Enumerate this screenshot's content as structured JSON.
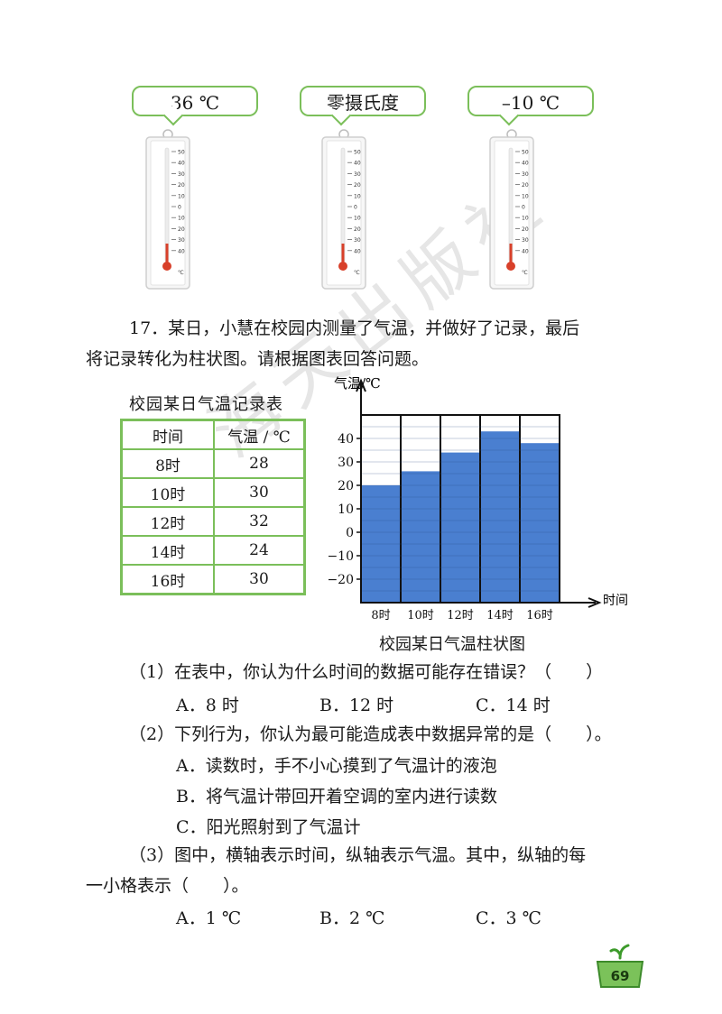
{
  "thermometers": [
    {
      "label": "36 ℃"
    },
    {
      "label": "零摄氏度"
    },
    {
      "label": "–10 ℃"
    }
  ],
  "thermometer_scale": [
    "50",
    "40",
    "30",
    "20",
    "10",
    "0",
    "10",
    "20",
    "30",
    "40",
    "℃"
  ],
  "question17": {
    "line1": "17．某日，小慧在校园内测量了气温，并做好了记录，最后",
    "line2": "将记录转化为柱状图。请根据图表回答问题。"
  },
  "table": {
    "caption": "校园某日气温记录表",
    "headers": [
      "时间",
      "气温 / ℃"
    ],
    "rows": [
      [
        "8时",
        "28"
      ],
      [
        "10时",
        "30"
      ],
      [
        "12时",
        "32"
      ],
      [
        "14时",
        "24"
      ],
      [
        "16时",
        "30"
      ]
    ]
  },
  "chart_data": {
    "type": "bar",
    "title": "校园某日气温柱状图",
    "ylabel": "气温/℃",
    "xlabel": "时间",
    "categories": [
      "8时",
      "10时",
      "12时",
      "14时",
      "16时"
    ],
    "values": [
      20,
      26,
      34,
      43,
      38
    ],
    "ylim": [
      -30,
      50
    ],
    "yticks": [
      40,
      30,
      20,
      10,
      0,
      -10,
      -20
    ],
    "ytick_labels": [
      "40",
      "30",
      "20",
      "10",
      "0",
      "−10",
      "−20"
    ],
    "bar_color": "#4a7fd0"
  },
  "sub1": {
    "question": "（1）在表中，你认为什么时间的数据可能存在错误？（　　）",
    "options": [
      "A．8 时",
      "B．12 时",
      "C．14 时"
    ]
  },
  "sub2": {
    "question": "（2）下列行为，你认为最可能造成表中数据异常的是（　　）。",
    "options": [
      "A．读数时，手不小心摸到了气温计的液泡",
      "B．将气温计带回开着空调的室内进行读数",
      "C．阳光照射到了气温计"
    ]
  },
  "sub3": {
    "line1": "（3）图中，横轴表示时间，纵轴表示气温。其中，纵轴的每",
    "line2": "一小格表示（　　）。",
    "options": [
      "A．1 ℃",
      "B．2 ℃",
      "C．3 ℃"
    ]
  },
  "page_number": "69",
  "watermark": "海天出版社",
  "colors": {
    "accent": "#7bbf5a",
    "bar": "#4a7fd0"
  }
}
